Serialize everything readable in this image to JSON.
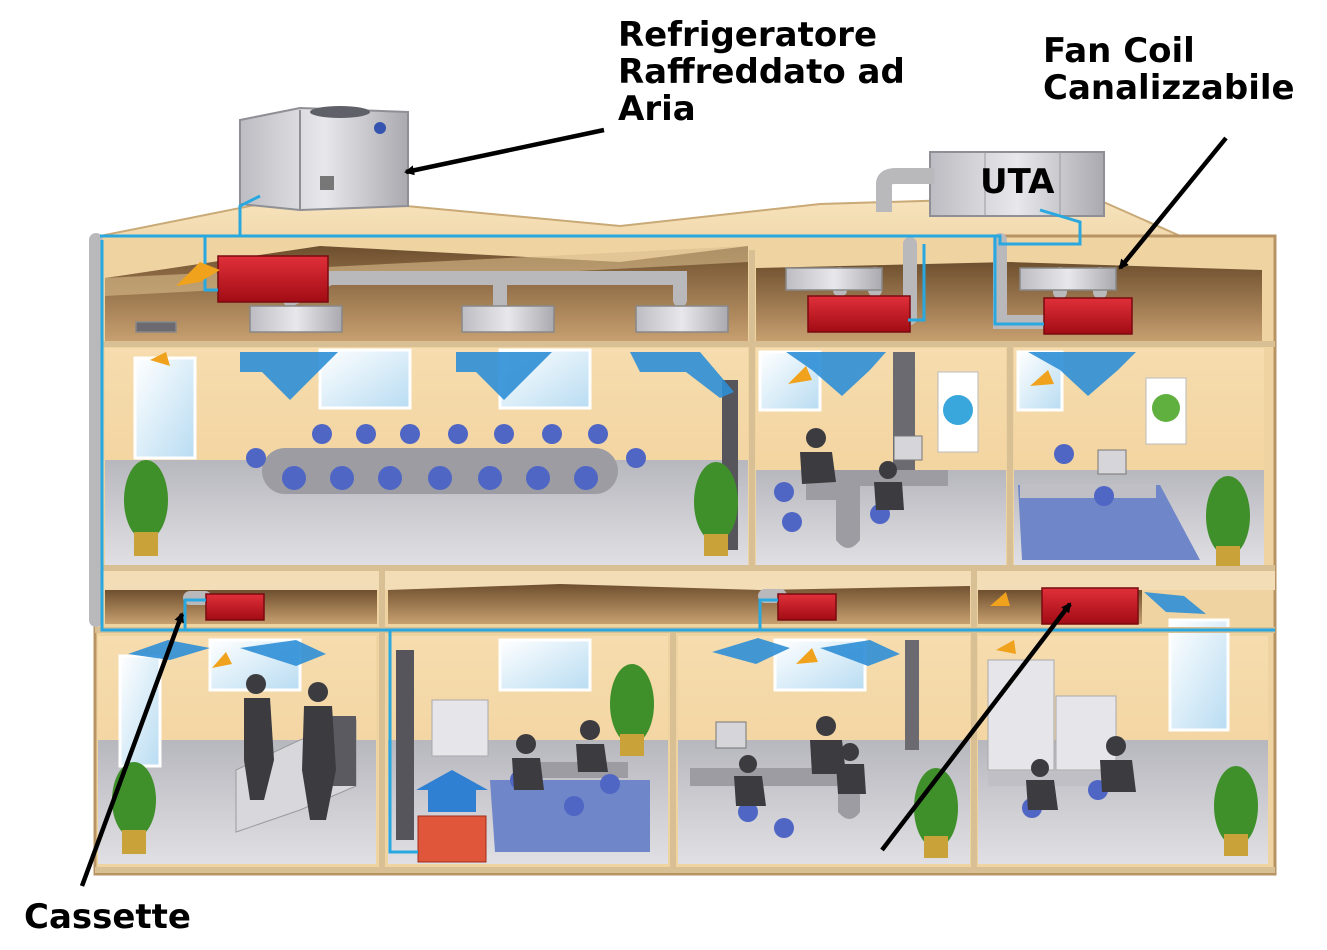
{
  "labels": {
    "chiller_line1": "Refrigeratore",
    "chiller_line2": "Raffreddato ad",
    "chiller_line3": "Aria",
    "fancoil_line1": "Fan Coil",
    "fancoil_line2": "Canalizzabile",
    "uta": "UTA",
    "cassette": "Cassette"
  },
  "colors": {
    "wall": "#f4dcb0",
    "wall_shade": "#e6c48e",
    "ceiling_void": "#8b6a43",
    "floor_grey": "#c9c9cf",
    "floor_blue": "#6f86c8",
    "pipe": "#29a8e0",
    "duct": "#b9b9bc",
    "fan_coil_red": "#c8141e",
    "air_arrow": "#2f8fd6",
    "chair_blue": "#4f66c4",
    "table_grey": "#9c9ca2",
    "plant_green": "#3f8f2a",
    "pot_gold": "#c9a23a",
    "arrow_black": "#000000"
  }
}
